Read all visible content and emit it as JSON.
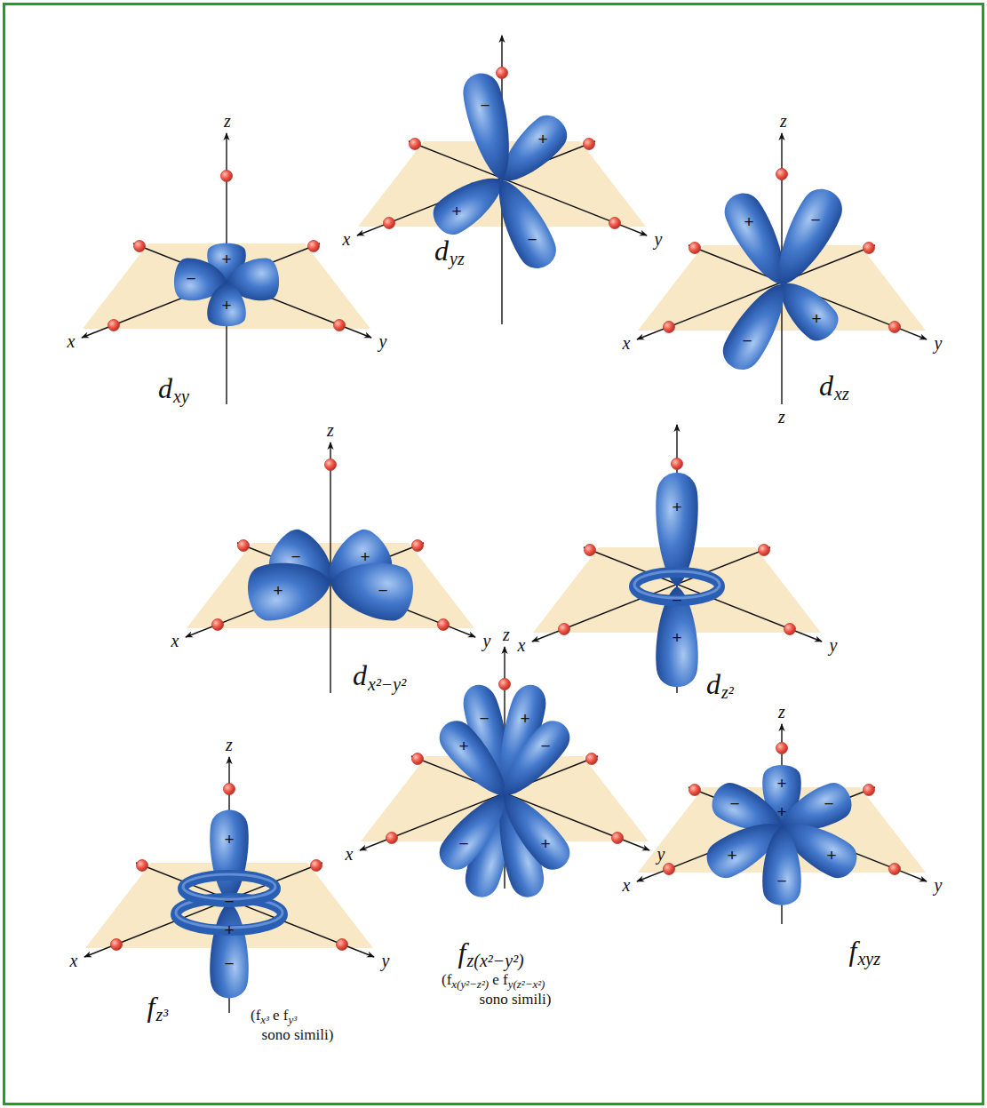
{
  "diagram": {
    "labels": [
      "z",
      "x",
      "y",
      "−",
      "+",
      "+",
      "d",
      "xy",
      "x",
      "y",
      "−",
      "+",
      "+",
      "−",
      "d",
      "yz",
      "z",
      "z",
      "x",
      "y",
      "+",
      "−",
      "−",
      "+",
      "d",
      "xz",
      "z",
      "x",
      "y",
      "−",
      "+",
      "+",
      "−",
      "d",
      "x²−y²",
      "x",
      "y",
      "+",
      "−",
      "+",
      "d",
      "z²",
      "z",
      "x",
      "y",
      "+",
      "−",
      "+",
      "−",
      "f",
      "z³",
      "(f",
      "x³",
      "e f",
      "y³",
      "sono simili)",
      "z",
      "x",
      "y",
      "−",
      "+",
      "+",
      "−",
      "−",
      "+",
      "f",
      "z(x²−y²)",
      "(f",
      "x(y²−z²)",
      "e f",
      "y(z²−x²)",
      "sono simili)",
      "z",
      "x",
      "y",
      "+",
      "−",
      "−",
      "+",
      "+",
      "+",
      "−",
      "f",
      "xyz"
    ]
  }
}
